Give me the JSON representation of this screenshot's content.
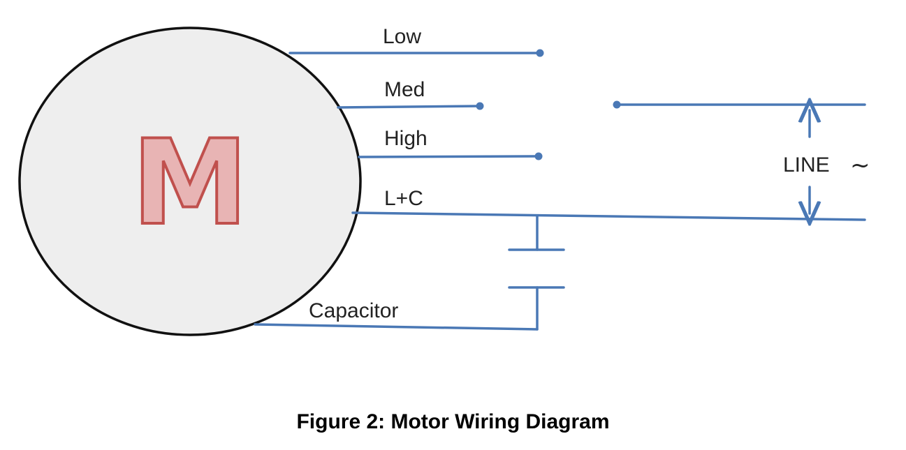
{
  "diagram": {
    "motor_label": "M",
    "wire_labels": {
      "low": "Low",
      "med": "Med",
      "high": "High",
      "line_capacitor": "L+C",
      "capacitor": "Capacitor"
    },
    "line_label": "LINE",
    "ac_symbol": "~"
  },
  "caption": "Figure 2: Motor Wiring Diagram",
  "colors": {
    "wire": "#4a78b5",
    "motor_fill": "#eeeeee",
    "motor_outline": "#111111",
    "letter_fill": "#e8b4b4",
    "letter_stroke": "#c0504d"
  }
}
